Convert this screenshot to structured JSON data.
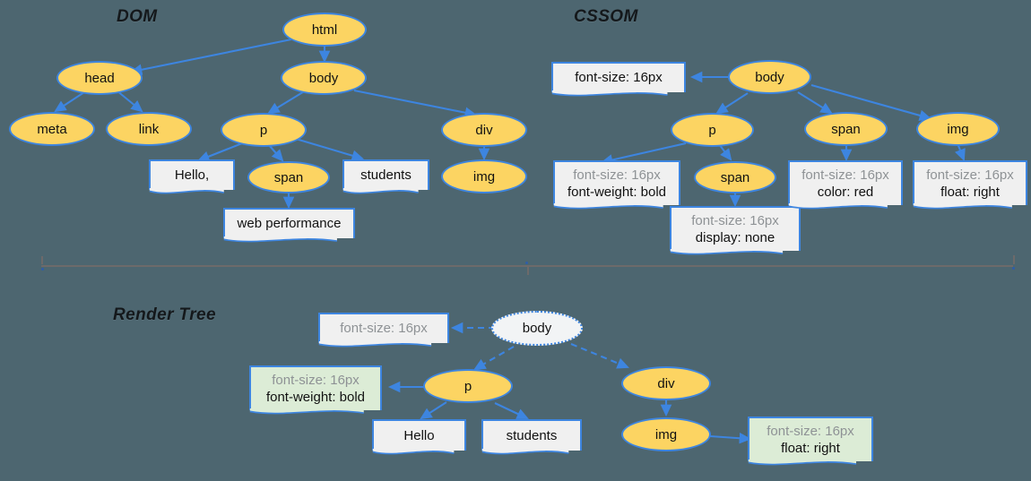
{
  "page": {
    "background": "#4d6670",
    "node_fill": "#fcd462",
    "node_stroke": "#3d85e0",
    "box_fill": "#f0f0f0",
    "box_fill_green": "#dcecd6",
    "muted_text": "#8e9295"
  },
  "sections": {
    "dom": {
      "title": "DOM"
    },
    "cssom": {
      "title": "CSSOM"
    },
    "render": {
      "title": "Render Tree"
    }
  },
  "dom_tree": {
    "nodes": [
      {
        "id": "html",
        "label": "html",
        "type": "ellipse"
      },
      {
        "id": "head",
        "label": "head",
        "type": "ellipse"
      },
      {
        "id": "body",
        "label": "body",
        "type": "ellipse"
      },
      {
        "id": "meta",
        "label": "meta",
        "type": "ellipse"
      },
      {
        "id": "link",
        "label": "link",
        "type": "ellipse"
      },
      {
        "id": "p",
        "label": "p",
        "type": "ellipse"
      },
      {
        "id": "div",
        "label": "div",
        "type": "ellipse"
      },
      {
        "id": "hello",
        "label": "Hello,",
        "type": "box"
      },
      {
        "id": "span",
        "label": "span",
        "type": "ellipse"
      },
      {
        "id": "students",
        "label": "students",
        "type": "box"
      },
      {
        "id": "img",
        "label": "img",
        "type": "ellipse"
      },
      {
        "id": "webperf",
        "label": "web performance",
        "type": "box"
      }
    ],
    "edges": [
      [
        "html",
        "head"
      ],
      [
        "html",
        "body"
      ],
      [
        "head",
        "meta"
      ],
      [
        "head",
        "link"
      ],
      [
        "body",
        "p"
      ],
      [
        "body",
        "div"
      ],
      [
        "p",
        "hello"
      ],
      [
        "p",
        "span"
      ],
      [
        "p",
        "students"
      ],
      [
        "span",
        "webperf"
      ],
      [
        "div",
        "img"
      ]
    ]
  },
  "cssom_tree": {
    "nodes": [
      {
        "id": "body",
        "label": "body",
        "type": "ellipse"
      },
      {
        "id": "bodyrule",
        "type": "box",
        "lines": [
          "font-size: 16px"
        ],
        "emphasis": [
          true
        ]
      },
      {
        "id": "p",
        "label": "p",
        "type": "ellipse"
      },
      {
        "id": "span1",
        "label": "span",
        "type": "ellipse"
      },
      {
        "id": "span2",
        "label": "span",
        "type": "ellipse"
      },
      {
        "id": "img",
        "label": "img",
        "type": "ellipse"
      },
      {
        "id": "prule",
        "type": "box",
        "lines": [
          "font-size: 16px",
          "font-weight: bold"
        ],
        "emphasis": [
          false,
          true
        ]
      },
      {
        "id": "span2rule",
        "type": "box",
        "lines": [
          "font-size: 16px",
          "display: none"
        ],
        "emphasis": [
          false,
          true
        ]
      },
      {
        "id": "span1rule",
        "type": "box",
        "lines": [
          "font-size: 16px",
          "color: red"
        ],
        "emphasis": [
          false,
          true
        ]
      },
      {
        "id": "imgrule",
        "type": "box",
        "lines": [
          "font-size: 16px",
          "float: right"
        ],
        "emphasis": [
          false,
          true
        ]
      }
    ],
    "edges": [
      [
        "body",
        "bodyrule"
      ],
      [
        "body",
        "p"
      ],
      [
        "body",
        "span1"
      ],
      [
        "body",
        "img"
      ],
      [
        "p",
        "prule"
      ],
      [
        "p",
        "span2"
      ],
      [
        "span2",
        "span2rule"
      ],
      [
        "span1",
        "span1rule"
      ],
      [
        "img",
        "imgrule"
      ]
    ]
  },
  "render_tree": {
    "nodes": [
      {
        "id": "body",
        "label": "body",
        "type": "ellipse",
        "style": "ghost"
      },
      {
        "id": "bodyrule",
        "type": "box",
        "lines": [
          "font-size: 16px"
        ],
        "emphasis": [
          false
        ],
        "fill": "gray"
      },
      {
        "id": "p",
        "label": "p",
        "type": "ellipse"
      },
      {
        "id": "prule",
        "type": "box",
        "lines": [
          "font-size: 16px",
          "font-weight: bold"
        ],
        "emphasis": [
          false,
          true
        ],
        "fill": "green"
      },
      {
        "id": "hello",
        "label": "Hello",
        "type": "box"
      },
      {
        "id": "students",
        "label": "students",
        "type": "box"
      },
      {
        "id": "div",
        "label": "div",
        "type": "ellipse"
      },
      {
        "id": "img",
        "label": "img",
        "type": "ellipse"
      },
      {
        "id": "imgrule",
        "type": "box",
        "lines": [
          "font-size: 16px",
          "float: right"
        ],
        "emphasis": [
          false,
          true
        ],
        "fill": "green"
      }
    ],
    "edges": [
      [
        "body",
        "bodyrule"
      ],
      [
        "body",
        "p"
      ],
      [
        "body",
        "div"
      ],
      [
        "p",
        "prule"
      ],
      [
        "p",
        "hello"
      ],
      [
        "p",
        "students"
      ],
      [
        "div",
        "img"
      ],
      [
        "img",
        "imgrule"
      ]
    ]
  }
}
